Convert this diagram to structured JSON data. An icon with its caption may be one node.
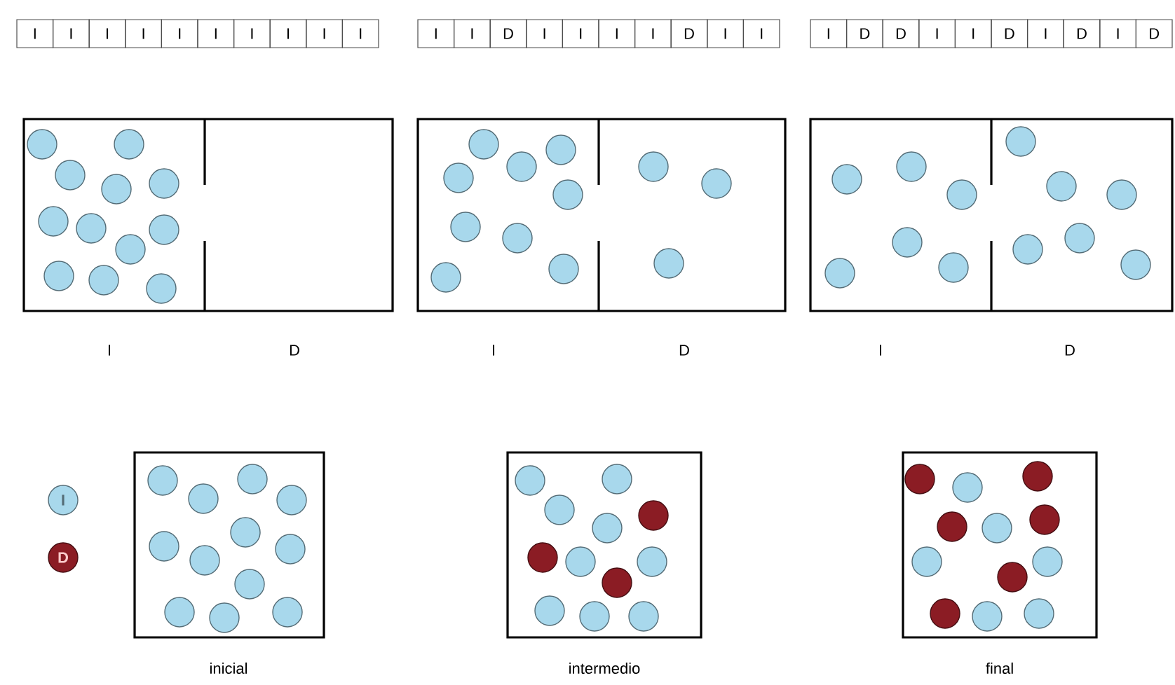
{
  "diagram": {
    "labels": [
      "I",
      "I",
      "I",
      "I",
      "I",
      "I",
      "I",
      "I",
      "I",
      "I",
      "I",
      "I",
      "D",
      "I",
      "I",
      "I",
      "I",
      "D",
      "I",
      "I",
      "I",
      "D",
      "D",
      "I",
      "I",
      "D",
      "I",
      "D",
      "I",
      "D",
      "I",
      "D",
      "I",
      "D",
      "I",
      "D",
      "inicial",
      "intermedio",
      "final"
    ],
    "legend": [
      {
        "text": "I",
        "color": "#a8d8ec"
      },
      {
        "text": "D",
        "color": "#8b1c24"
      }
    ]
  }
}
